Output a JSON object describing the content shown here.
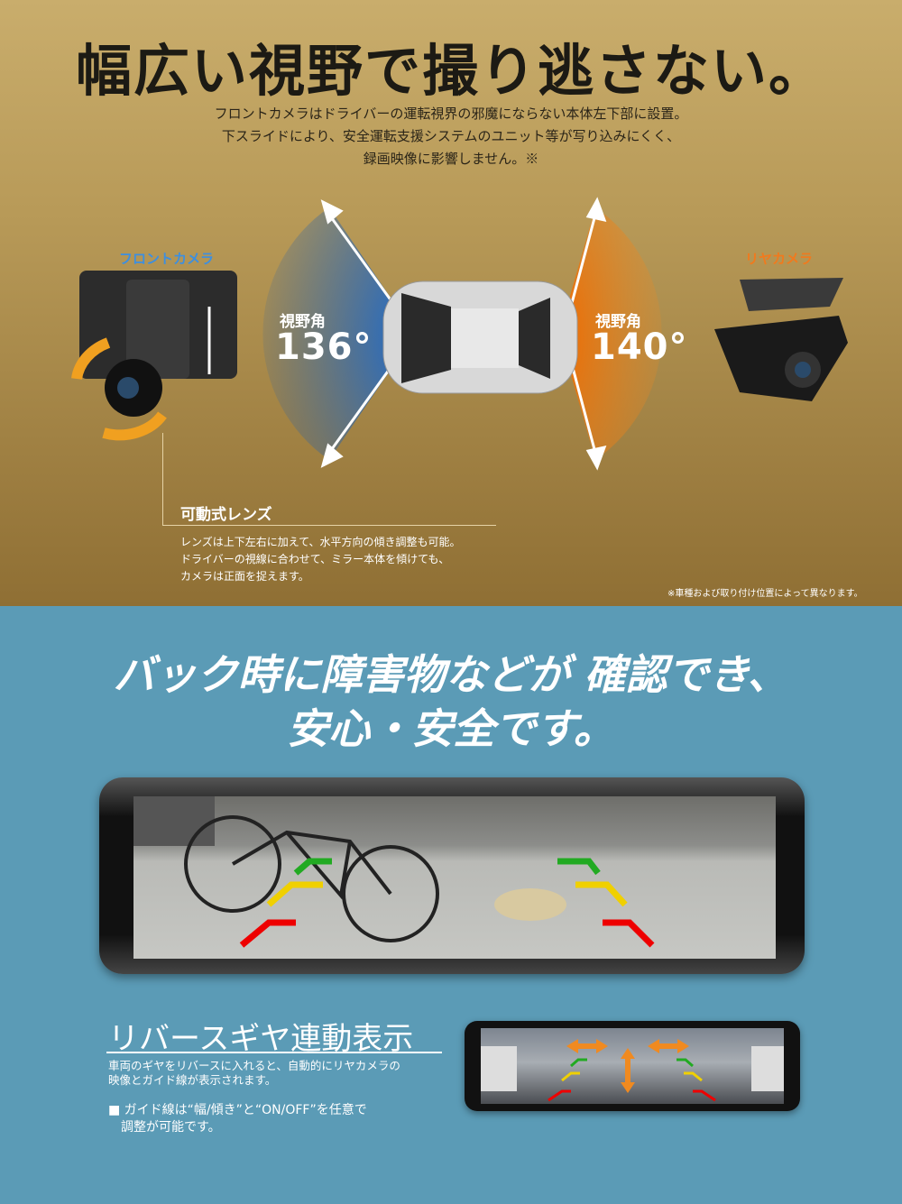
{
  "section1": {
    "title": "幅広い視野で撮り逃さない。",
    "subtitle_lines": [
      "フロントカメラはドライバーの運転視界の邪魔にならない本体左下部に設置。",
      "下スライドにより、安全運転支援システムのユニット等が写り込みにくく、",
      "録画映像に影響しません。※"
    ],
    "front_camera_label": "フロントカメラ",
    "rear_camera_label": "リヤカメラ",
    "front_fov": {
      "label": "視野角",
      "value": "136°"
    },
    "rear_fov": {
      "label": "視野角",
      "value": "140°"
    },
    "lens": {
      "title": "可動式レンズ",
      "lines": [
        "レンズは上下左右に加えて、水平方向の傾き調整も可能。",
        "ドライバーの視線に合わせて、ミラー本体を傾けても、",
        "カメラは正面を捉えます。"
      ]
    },
    "note": "※車種および取り付け位置によって異なります。",
    "colors": {
      "front": "#3d8fe0",
      "rear": "#f07a1e"
    }
  },
  "section2": {
    "title_lines": [
      "バック時に障害物などが 確認でき、",
      "安心・安全です。"
    ],
    "feature": {
      "title": "リバースギヤ連動表示",
      "body_lines": [
        "車両のギヤをリバースに入れると、自動的にリヤカメラの",
        "映像とガイド線が表示されます。"
      ],
      "bullet_lines": [
        "■ ガイド線は“幅/傾き”と“ON/OFF”を任意で",
        "　調整が可能です。"
      ]
    }
  }
}
